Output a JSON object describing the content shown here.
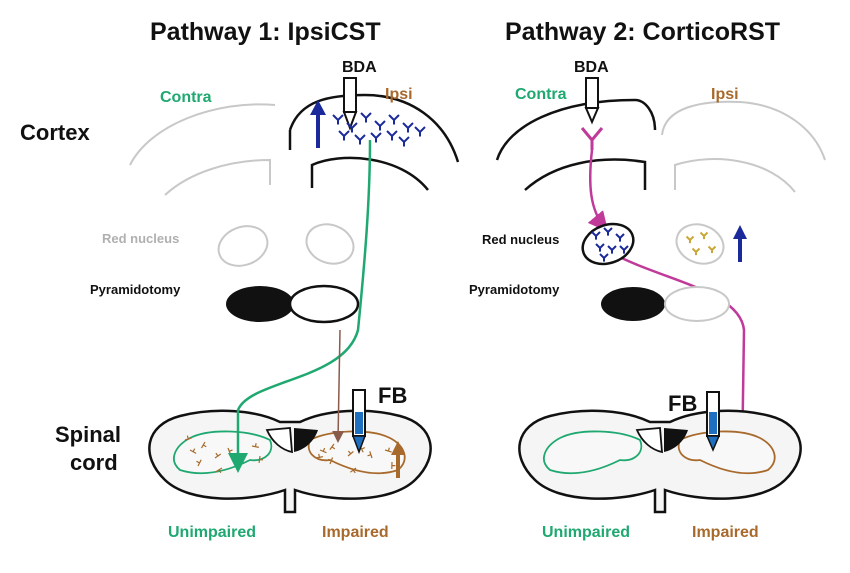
{
  "colors": {
    "green": "#1fa870",
    "brown": "#a86a2c",
    "magenta": "#c03a9a",
    "navy": "#1a2a9a",
    "gray": "#c8c8c8",
    "dark": "#111111",
    "dorsal": "#8a5a4a"
  },
  "pathway1": {
    "title": "Pathway 1: IpsiCST",
    "tracer": "BDA",
    "contra": "Contra",
    "ipsi": "Ipsi",
    "red_nucleus": "Red nucleus",
    "pyramidotomy": "Pyramidotomy",
    "fb": "FB",
    "unimpaired": "Unimpaired",
    "impaired": "Impaired"
  },
  "pathway2": {
    "title": "Pathway 2: CorticoRST",
    "tracer": "BDA",
    "contra": "Contra",
    "ipsi": "Ipsi",
    "red_nucleus": "Red nucleus",
    "pyramidotomy": "Pyramidotomy",
    "fb": "FB",
    "unimpaired": "Unimpaired",
    "impaired": "Impaired"
  },
  "row_labels": {
    "cortex": "Cortex",
    "spinal_line1": "Spinal",
    "spinal_line2": "cord"
  }
}
